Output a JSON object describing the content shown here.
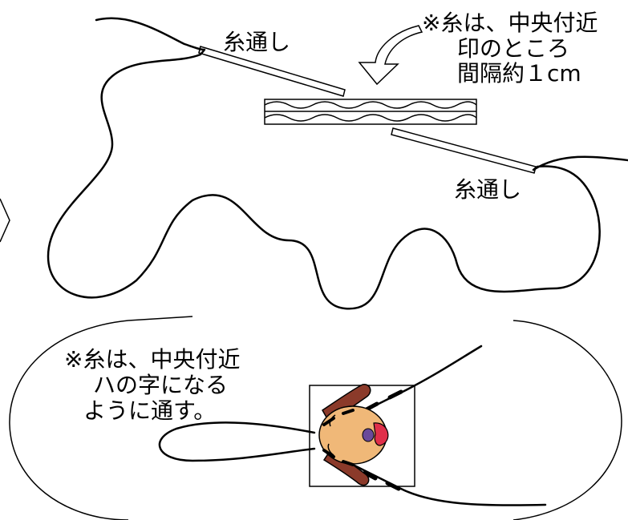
{
  "top_diagram": {
    "label_thread_left": "糸通し",
    "label_thread_right": "糸通し",
    "note_lines": [
      "※糸は、中央付近",
      "印のところ",
      "間隔約１cm"
    ]
  },
  "bottom_diagram": {
    "note_lines": [
      "※糸は、中央付近",
      "ハの字になる",
      "ように通す。"
    ]
  }
}
